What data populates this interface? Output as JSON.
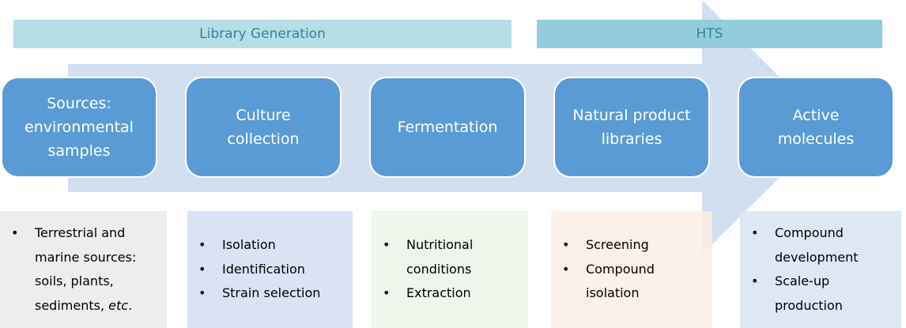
{
  "phases": [
    {
      "id": "library-generation",
      "label": "Library Generation",
      "color": "#b7dde6"
    },
    {
      "id": "hts",
      "label": "HTS",
      "color": "#93cddd"
    }
  ],
  "colors": {
    "phase_text": "#31849b",
    "step_fill": "#5b9bd5",
    "arrow_fill": "#d2dff0"
  },
  "steps": [
    {
      "label": "Sources: environmental samples"
    },
    {
      "label": "Culture collection"
    },
    {
      "label": "Fermentation"
    },
    {
      "label": "Natural product libraries"
    },
    {
      "label": "Active molecules"
    }
  ],
  "details": [
    {
      "color": "#ededed",
      "items": [
        "Terrestrial and marine sources: soils, plants, sediments, ",
        "etc",
        "."
      ]
    },
    {
      "color": "#dae3f3",
      "items": [
        "Isolation",
        "Identification",
        "Strain selection"
      ]
    },
    {
      "color": "#eef5ea",
      "items": [
        "Nutritional conditions",
        "Extraction"
      ]
    },
    {
      "color": "#fbeee4",
      "items": [
        "Screening",
        "Compound isolation"
      ]
    },
    {
      "color": "#dde8f4",
      "items": [
        "Compound development",
        "Scale-up production"
      ]
    }
  ]
}
